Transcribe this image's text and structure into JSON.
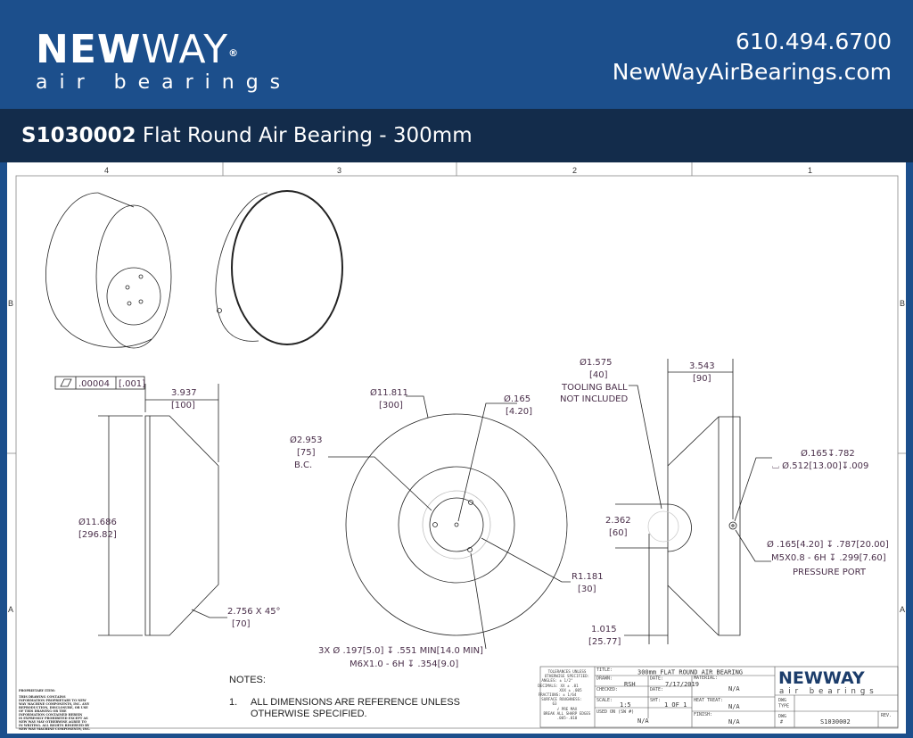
{
  "header": {
    "logo_main": "NEW",
    "logo_way": "WAY",
    "logo_reg": "®",
    "logo_sub": "air bearings",
    "phone": "610.494.6700",
    "website": "NewWayAirBearings.com"
  },
  "title_bar": {
    "part_number": "S1030002",
    "description": "Flat Round Air Bearing - 300mm"
  },
  "zones": {
    "columns": [
      "4",
      "3",
      "2",
      "1"
    ],
    "rows": [
      "B",
      "A"
    ]
  },
  "dimensions": {
    "flatness": {
      "value": ".00004",
      "metric": "[.001]"
    },
    "side_width": {
      "value": "3.937",
      "metric": "[100]"
    },
    "side_diameter": {
      "value": "Ø11.686",
      "metric": "[296.82]"
    },
    "chamfer": {
      "value": "2.756 X 45°",
      "metric": "[70]"
    },
    "outer_diameter": {
      "value": "Ø11.811",
      "metric": "[300]"
    },
    "center_hole": {
      "value": "Ø.165",
      "metric": "[4.20]"
    },
    "bolt_circle": {
      "value": "Ø2.953",
      "metric": "[75]",
      "label": "B.C."
    },
    "radius": {
      "value": "R1.181",
      "metric": "[30]"
    },
    "holes_line1": "3X Ø .197[5.0] ↧ .551 MIN[14.0 MIN]",
    "holes_line2": "M6X1.0 - 6H ↧ .354[9.0]",
    "tooling_ball": {
      "value": "Ø1.575",
      "metric": "[40]",
      "line1": "TOOLING BALL",
      "line2": "NOT INCLUDED"
    },
    "height": {
      "value": "3.543",
      "metric": "[90]"
    },
    "ball_offset": {
      "value": "2.362",
      "metric": "[60]"
    },
    "face_offset": {
      "value": "1.015",
      "metric": "[25.77]"
    },
    "port_line1": "Ø.165↧.782",
    "port_line2": "⌴ Ø.512[13.00]↧.009",
    "pressure_line1": "Ø .165[4.20] ↧ .787[20.00]",
    "pressure_line2": "M5X0.8 - 6H ↧ .299[7.60]",
    "pressure_line3": "PRESSURE PORT"
  },
  "notes": {
    "heading": "NOTES:",
    "items": [
      {
        "num": "1.",
        "line1": "ALL DIMENSIONS ARE REFERENCE UNLESS",
        "line2": "OTHERWISE SPECIFIED."
      }
    ]
  },
  "proprietary": {
    "heading": "PROPRIETARY ITEM:",
    "lines": [
      "THIS DRAWING CONTAINS",
      "INFORMATION PROPRIETARY TO NEW",
      "WAY MACHINE COMPONENTS, INC. ANY",
      "REPRODUCTION, DISCLOSURE, OR USE",
      "OF THIS DRAWING OR THE",
      "INFORMATION CONTAINED HEREIN",
      "IS EXPRESSLY PROHIBITED EXCEPT AS",
      "NEW WAY MAY OTHERWISE AGREE TO",
      "IN WRITING. ALL RIGHTS RESERVED BY",
      "NEW WAY MACHINE COMPONENTS, INC."
    ]
  },
  "title_block": {
    "tolerances": [
      "TOLERANCES UNLESS",
      "OTHERWISE SPECIFIED:",
      "ANGLES: ± 1/2°",
      "DECIMALS: XX ± .01",
      "XXX ± .005",
      "FRACTIONS: ± 1/64",
      "SURFACE ROUGHNESS:",
      "63",
      "√ PRE MAX",
      "BREAK ALL SHARP EDGES",
      ".005-.010"
    ],
    "title_label": "TITLE:",
    "title": "300mm FLAT ROUND AIR BEARING",
    "drawn_label": "DRAWN:",
    "drawn": "RSH",
    "date_label": "DATE:",
    "date": "7/17/2019",
    "checked_label": "CHECKED:",
    "checked_date_label": "DATE:",
    "scale_label": "SCALE:",
    "scale": "1:5",
    "sheet_label": "SHT:",
    "sheet": "1 OF 1",
    "used_on_label": "USED ON (SW #)",
    "used_on": "N/A",
    "material_label": "MATERIAL:",
    "material": "N/A",
    "heat_treat_label": "HEAT TREAT:",
    "heat_treat": "N/A",
    "finish_label": "FINISH:",
    "finish": "N/A",
    "dwg_type_label1": "DWG",
    "dwg_type_label2": "TYPE",
    "dwg_num_label1": "DWG",
    "dwg_num_label2": "#",
    "dwg_number": "S1030002",
    "rev_label": "REV.",
    "logo_main": "NEWWAY",
    "logo_sub": "air bearings"
  },
  "colors": {
    "brand_blue": "#1c4f8c",
    "title_bar": "#132c4b",
    "dimension_text": "#4a2f4a"
  }
}
